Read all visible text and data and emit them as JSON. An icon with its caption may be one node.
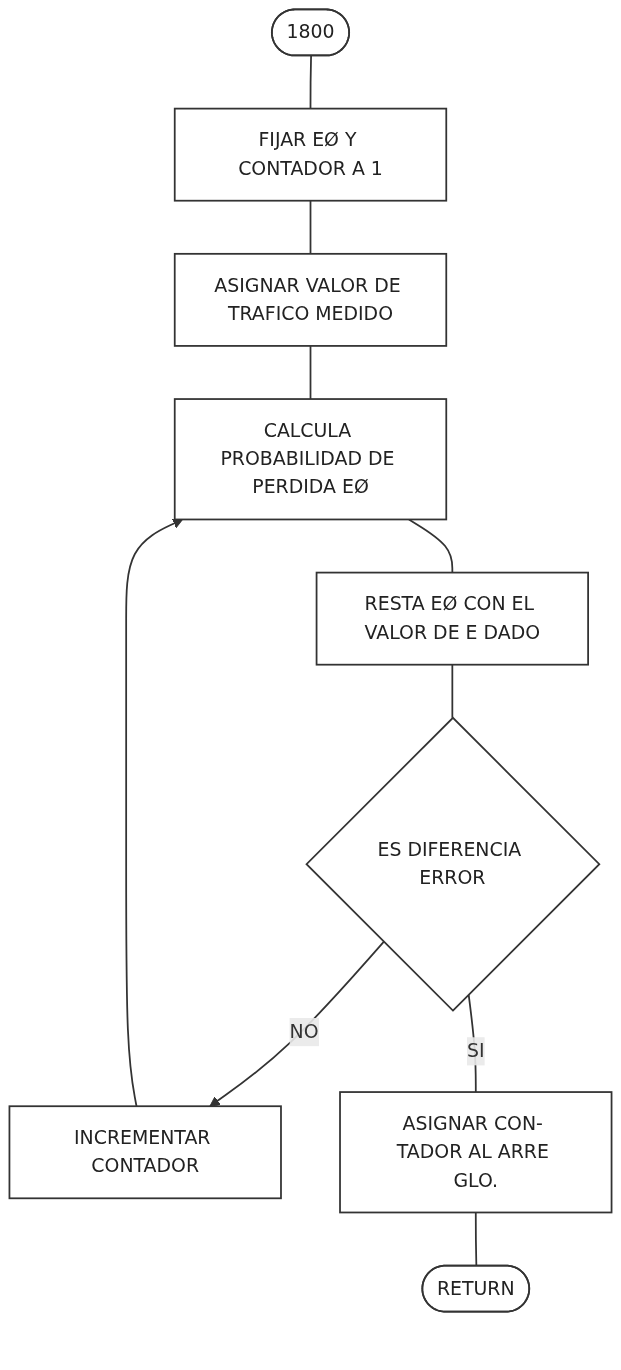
{
  "diagram": {
    "nodes": [
      {
        "text": [
          "1800"
        ]
      },
      {
        "text": [
          "FIJAR EØ Y CONTADOR A 1"
        ]
      },
      {
        "text": [
          "ASIGNAR VALOR DE TRAFICO MEDIDO"
        ]
      },
      {
        "text": [
          "CALCULA PROBABILIDAD DE PERDIDA EØ"
        ]
      },
      {
        "text": [
          "RESTA EØ CON EL VALOR DE E DADO"
        ]
      },
      {
        "text": [
          "ES DIFERENCIA ERROR"
        ]
      },
      {
        "text": [
          "INCREMENTAR CONTADOR"
        ]
      },
      {
        "text": [
          "ASIGNAR CON- TADOR AL ARRE GLO."
        ]
      },
      {
        "text": [
          "RETURN"
        ]
      }
    ],
    "edges": [
      {
        "from": 0,
        "to": 1,
        "arrow": "none"
      },
      {
        "from": 1,
        "to": 2,
        "arrow": "none"
      },
      {
        "from": 2,
        "to": 3,
        "arrow": "none"
      },
      {
        "from": 3,
        "to": 4,
        "arrow": "none"
      },
      {
        "from": 4,
        "to": 5,
        "arrow": "none"
      },
      {
        "from": 5,
        "to": 6,
        "label": "NO",
        "arrow": "to"
      },
      {
        "from": 6,
        "to": 3,
        "arrow": "to"
      },
      {
        "from": 5,
        "to": 7,
        "label": "SI",
        "arrow": "none"
      },
      {
        "from": 7,
        "to": 8,
        "arrow": "none"
      }
    ]
  }
}
